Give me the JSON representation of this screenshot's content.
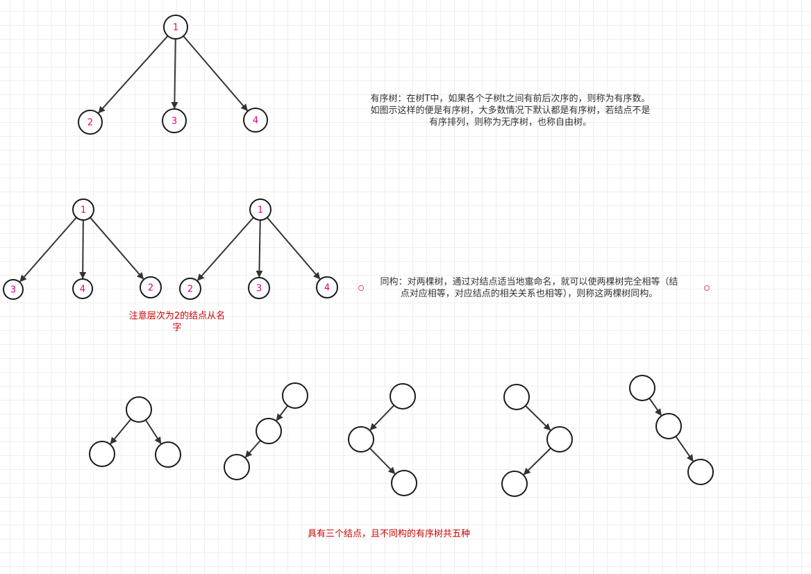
{
  "colors": {
    "node_stroke": "#1a1a1a",
    "edge": "#333333",
    "node_label": "#e6007e",
    "body_text": "#333333",
    "note_text": "#cc0000",
    "selection_handle": "#e05050"
  },
  "tree_ordered": {
    "root": "1",
    "children": [
      "2",
      "3",
      "4"
    ]
  },
  "tree_iso_a": {
    "root": "1",
    "children": [
      "3",
      "4",
      "2"
    ]
  },
  "tree_iso_b": {
    "root": "1",
    "children": [
      "2",
      "3",
      "4"
    ]
  },
  "text_ordered": {
    "line1": "有序树：在树T中，如果各个子树t之间有前后次序的，则称为有序数。",
    "line2": "如图示这样的便是有序树，大多数情况下默认都是有序树，若结点不是",
    "line3": "有序排列，则称为无序树，也称自由树。"
  },
  "text_isomorphic": {
    "line1": "同构：对两棵树，通过对结点适当地疐命名，就可以使两棵树完全相等（结",
    "line2": "点对应相等，对应结点的相关关系也相等），则称这两棵树同构。"
  },
  "note_level2": {
    "line1": "注意层次为2的结点从名",
    "line2": "字"
  },
  "caption_five": "具有三个结点，且不同构的有序树共五种"
}
